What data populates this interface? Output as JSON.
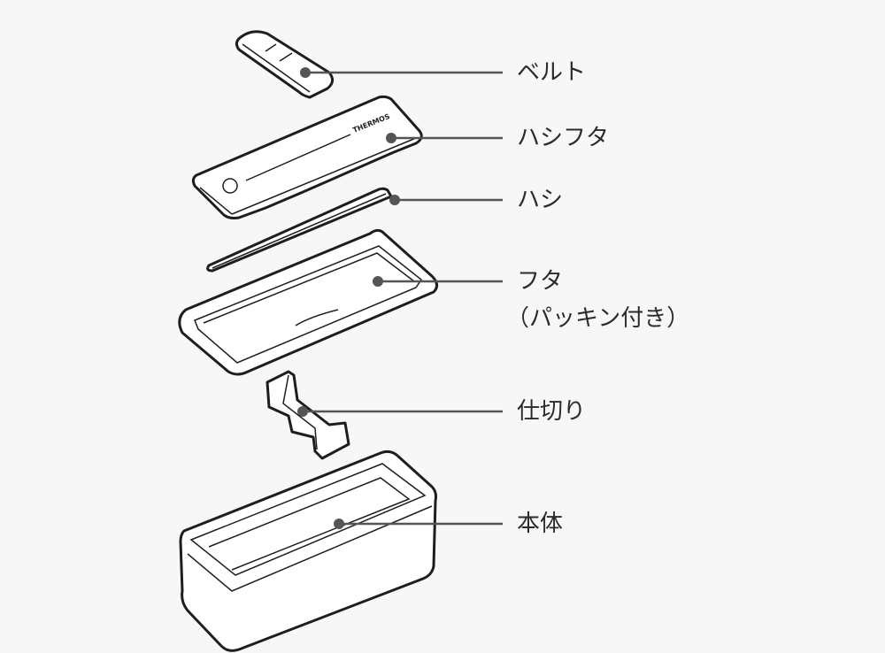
{
  "parts": [
    {
      "label": "ベルト"
    },
    {
      "label": "ハシフタ"
    },
    {
      "label": "ハシ"
    },
    {
      "label": "フタ",
      "sub": "（パッキン付き）"
    },
    {
      "label": "仕切り"
    },
    {
      "label": "本体"
    }
  ],
  "brand_mark": "THERMOS",
  "colors": {
    "background": "#f7f7f7",
    "outline": "#1e1e1e",
    "leader": "#555555"
  }
}
